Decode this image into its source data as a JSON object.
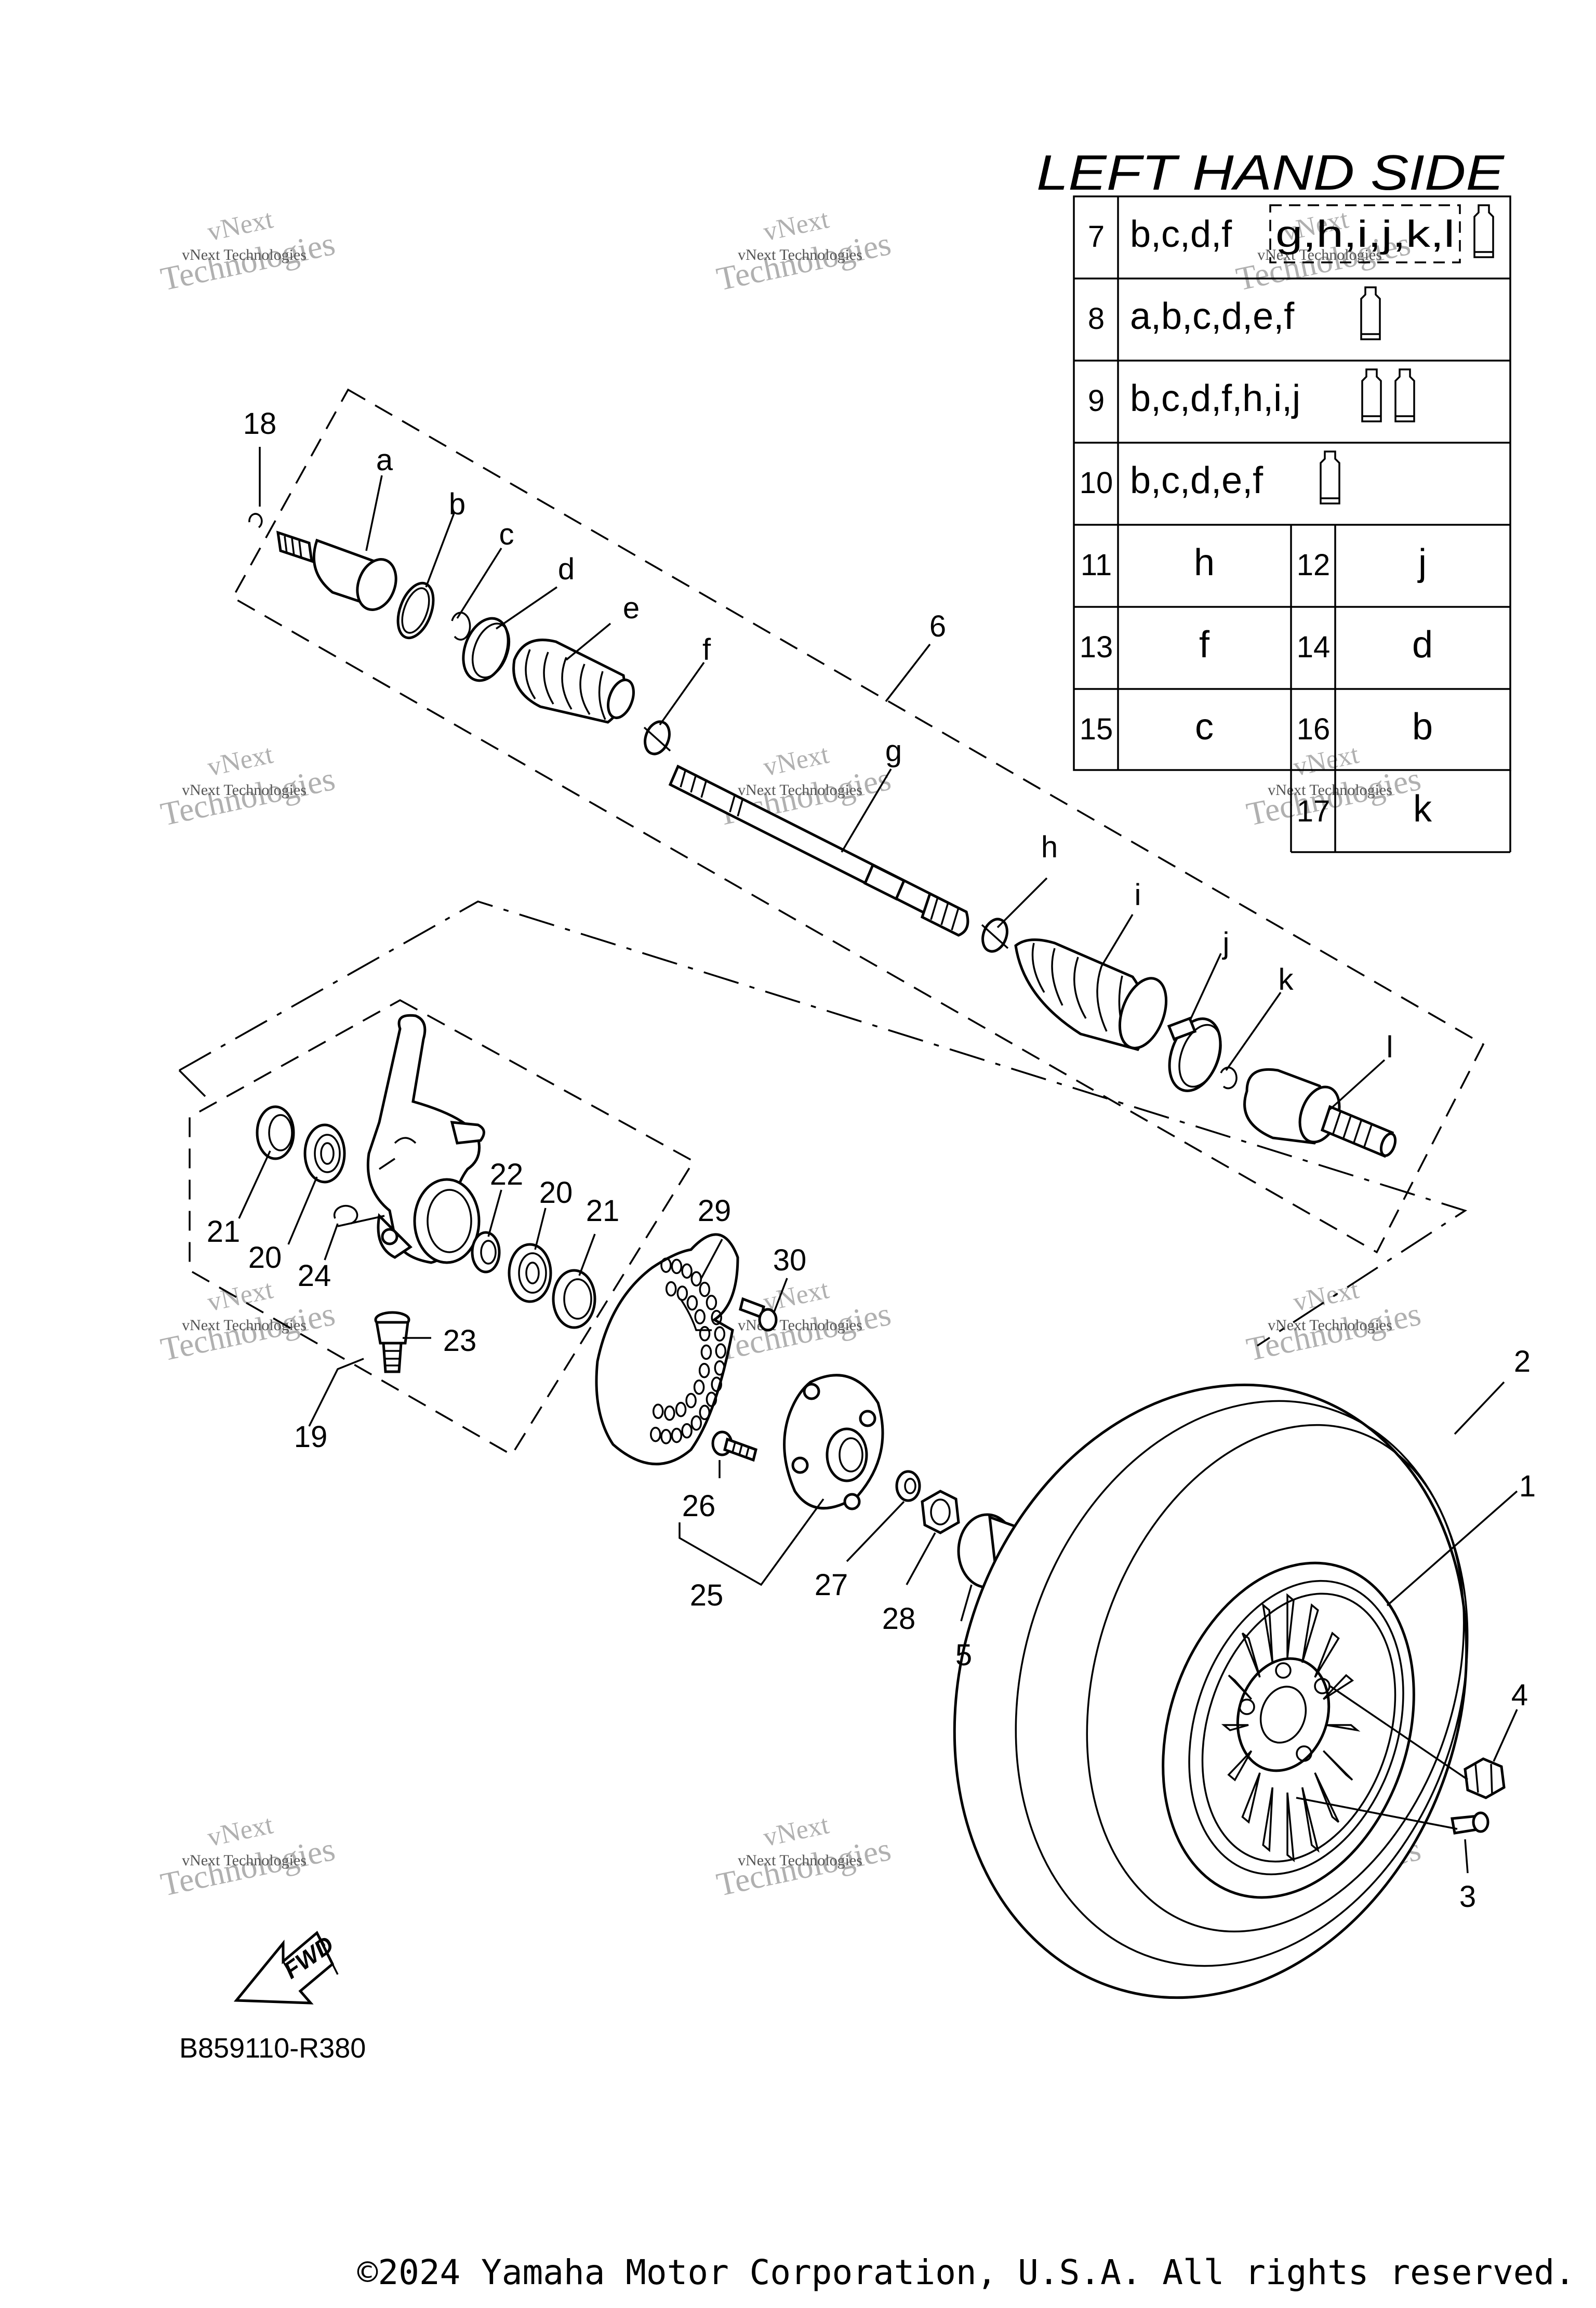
{
  "table": {
    "title": "LEFT HAND SIDE",
    "rows": [
      {
        "num": "7",
        "parts": "b,c,d,f",
        "boxed": "g,h,i,j,k,l",
        "tubes": 1
      },
      {
        "num": "8",
        "parts": "a,b,c,d,e,f",
        "tubes": 1
      },
      {
        "num": "9",
        "parts": "b,c,d,f,h,i,j",
        "tubes": 2
      },
      {
        "num": "10",
        "parts": "b,c,d,e,f",
        "tubes": 1
      }
    ],
    "pairs": [
      {
        "n1": "11",
        "v1": "h",
        "n2": "12",
        "v2": "j"
      },
      {
        "n1": "13",
        "v1": "f",
        "n2": "14",
        "v2": "d"
      },
      {
        "n1": "15",
        "v1": "c",
        "n2": "16",
        "v2": "b"
      }
    ],
    "last": {
      "num": "17",
      "value": "k"
    }
  },
  "callouts": {
    "c18": "18",
    "ca": "a",
    "cb": "b",
    "cc": "c",
    "cd": "d",
    "ce": "e",
    "cf": "f",
    "c6": "6",
    "cg": "g",
    "ch": "h",
    "ci": "i",
    "cj": "j",
    "ck": "k",
    "cl": "l",
    "c21a": "21",
    "c20a": "20",
    "c24": "24",
    "c22": "22",
    "c20b": "20",
    "c21b": "21",
    "c23": "23",
    "c19": "19",
    "c29": "29",
    "c30": "30",
    "c26": "26",
    "c25": "25",
    "c27": "27",
    "c28": "28",
    "c5": "5",
    "c2": "2",
    "c1": "1",
    "c4": "4",
    "c3": "3"
  },
  "fwd_label": "FWD",
  "diagram_code": "B859110-R380",
  "watermark_line1": "vNext",
  "watermark_line2": "Technologies",
  "watermark_line3": "vNext Technologies",
  "copyright": "©2024 Yamaha Motor Corporation, U.S.A. All rights reserved."
}
